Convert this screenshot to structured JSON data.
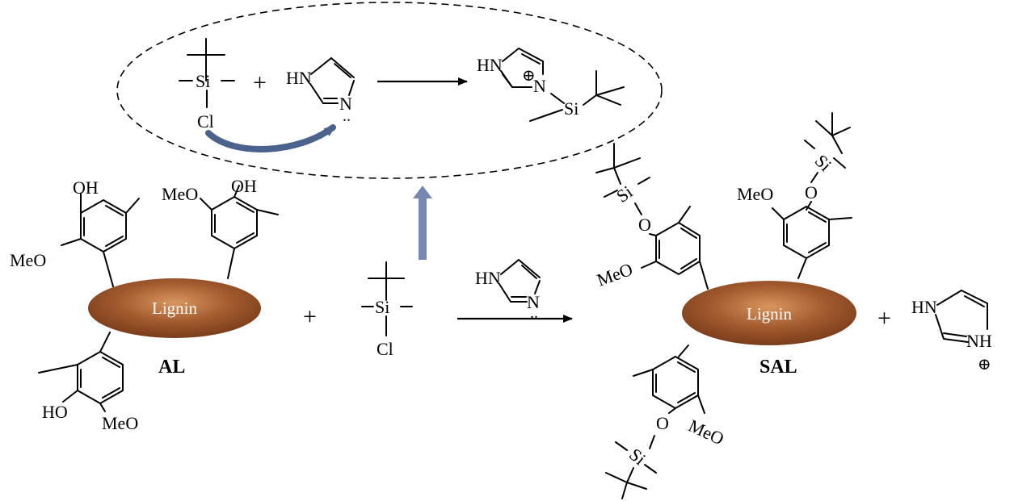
{
  "colors": {
    "lignin_fill": "#a25a2e",
    "lignin_highlight": "#d9965f",
    "curved_arrow": "#4b628c",
    "up_arrow": "#7688b0"
  },
  "labels": {
    "lignin": "Lignin",
    "al": "AL",
    "sal": "SAL",
    "plus": "+",
    "si": "Si",
    "cl": "Cl",
    "meo": "MeO",
    "oh": "OH",
    "ho": "HO",
    "o": "O",
    "hn": "HN",
    "n": "N",
    "nh": "NH",
    "lone_pair": "..",
    "positive": "⊕"
  }
}
